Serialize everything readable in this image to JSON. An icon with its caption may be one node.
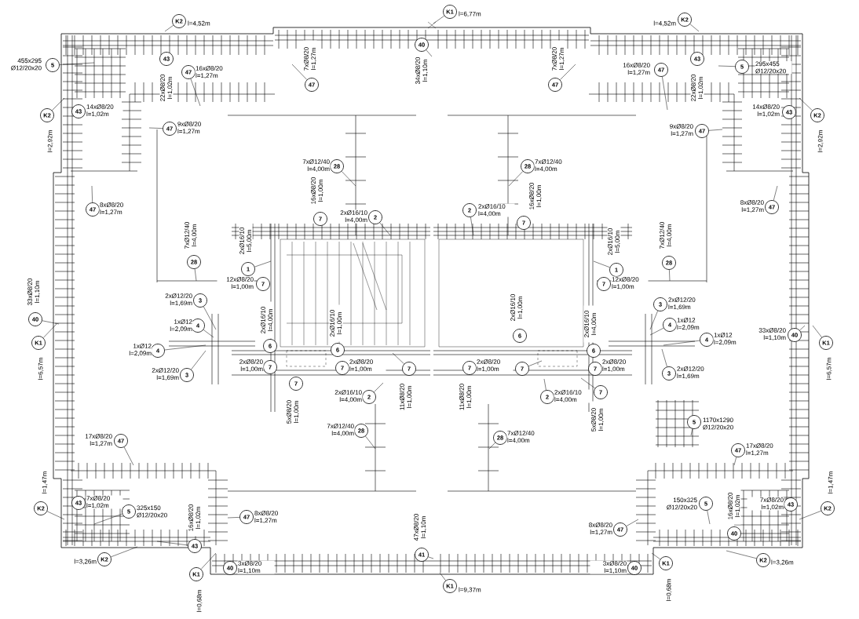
{
  "diagram": {
    "nodes": [
      {
        "text": [
          "K2"
        ],
        "beside": [
          "l=4,52m"
        ]
      },
      {
        "text": [
          "K1"
        ],
        "beside": [
          "l=6,77m"
        ]
      },
      {
        "text": [
          "K2"
        ],
        "beside": [
          "l=4,52m"
        ]
      },
      {
        "text": [
          "5"
        ],
        "beside": [
          "455x295 Ø12/20x20"
        ]
      },
      {
        "text": [
          "43"
        ],
        "beside": [
          "22xØ8/20 l=1,02m"
        ]
      },
      {
        "text": [
          "47"
        ],
        "beside": [
          "16xØ8/20 l=1,27m"
        ]
      },
      {
        "text": [
          "47"
        ],
        "beside": [
          "7xØ8/20 l=1,27m"
        ]
      },
      {
        "text": [
          "40"
        ],
        "beside": [
          "34xØ8/20 l=1,10m"
        ]
      },
      {
        "text": [
          "47"
        ],
        "beside": [
          "7xØ8/20 l=1,27m"
        ]
      },
      {
        "text": [
          "47"
        ],
        "beside": [
          "16xØ8/20 l=1,27m"
        ]
      },
      {
        "text": [
          "43"
        ],
        "beside": [
          "22xØ8/20 l=1,02m"
        ]
      },
      {
        "text": [
          "5"
        ],
        "beside": [
          "295x455 Ø12/20x20"
        ]
      },
      {
        "text": [
          "K2"
        ],
        "beside": [
          "l=2,92m"
        ]
      },
      {
        "text": [
          "43"
        ],
        "beside": [
          "14xØ8/20 l=1,02m"
        ]
      },
      {
        "text": [
          "47"
        ],
        "beside": [
          "9xØ8/20 l=1,27m"
        ]
      },
      {
        "text": [
          "47"
        ],
        "beside": [
          "9xØ8/20 l=1,27m"
        ]
      },
      {
        "text": [
          "43"
        ],
        "beside": [
          "14xØ8/20 l=1,02m"
        ]
      },
      {
        "text": [
          "K2"
        ],
        "beside": [
          "l=2,92m"
        ]
      },
      {
        "text": [
          "28"
        ],
        "beside": [
          "7xØ12/40 l=4,00m"
        ]
      },
      {
        "text": [
          "28"
        ],
        "beside": [
          "7xØ12/40 l=4,00m"
        ]
      },
      {
        "text": [
          "47"
        ],
        "beside": [
          "8xØ8/20 l=1,27m"
        ]
      },
      {
        "text": [
          "47"
        ],
        "beside": [
          "8xØ8/20 l=1,27m"
        ]
      },
      {
        "text": [
          "7"
        ],
        "beside": [
          "16xØ8/20 l=1,00m"
        ]
      },
      {
        "text": [
          "2"
        ],
        "beside": [
          "2xØ16/10 l=4,00m"
        ]
      },
      {
        "text": [
          "2"
        ],
        "beside": [
          "2xØ16/10 l=4,00m"
        ]
      },
      {
        "text": [
          "7"
        ],
        "beside": [
          "16xØ8/20 l=1,00m"
        ]
      },
      {
        "text": [
          "28"
        ],
        "beside": [
          "7xØ12/40 l=4,00m"
        ]
      },
      {
        "text": [
          "28"
        ],
        "beside": [
          "7xØ12/40 l=4,00m"
        ]
      },
      {
        "text": [
          "1"
        ],
        "beside": [
          "2xØ16/10 l=5,00m"
        ]
      },
      {
        "text": [
          "1"
        ],
        "beside": [
          "2xØ16/10 l=5,00m"
        ]
      },
      {
        "text": [
          "7"
        ],
        "beside": [
          "12xØ8/20 l=1,00m"
        ]
      },
      {
        "text": [
          "7"
        ],
        "beside": [
          "12xØ8/20 l=1,00m"
        ]
      },
      {
        "text": [
          "3"
        ],
        "beside": [
          "2xØ12/20 l=1,69m"
        ]
      },
      {
        "text": [
          "3"
        ],
        "beside": [
          "2xØ12/20 l=1,69m"
        ]
      },
      {
        "text": [
          "4"
        ],
        "beside": [
          "1xØ12 l=2,09m"
        ]
      },
      {
        "text": [
          "4"
        ],
        "beside": [
          "1xØ12 l=2,09m"
        ]
      },
      {
        "text": [
          "4"
        ],
        "beside": [
          "1xØ12 l=2,09m"
        ]
      },
      {
        "text": [
          "4"
        ],
        "beside": [
          "1xØ12 l=2,09m"
        ]
      },
      {
        "text": [
          "40"
        ],
        "beside": [
          "33xØ8/20 l=1,10m"
        ]
      },
      {
        "text": [
          "K1"
        ],
        "beside": [
          "l=6,57m"
        ]
      },
      {
        "text": [
          "40"
        ],
        "beside": [
          "33xØ8/20 l=1,10m"
        ]
      },
      {
        "text": [
          "K1"
        ],
        "beside": [
          "l=6,57m"
        ]
      },
      {
        "text": [
          "6"
        ],
        "beside": [
          "2xØ16/10 l=4,00m"
        ]
      },
      {
        "text": [
          "6"
        ],
        "beside": [
          "2xØ16/10 l=1,00m"
        ]
      },
      {
        "text": [
          "6"
        ],
        "beside": [
          "2xØ16/10 l=1,00m"
        ]
      },
      {
        "text": [
          "6"
        ],
        "beside": [
          "2xØ16/10 l=4,00m"
        ]
      },
      {
        "text": [
          "3"
        ],
        "beside": [
          "2xØ12/20 l=1,69m"
        ]
      },
      {
        "text": [
          "3"
        ],
        "beside": [
          "2xØ12/20 l=1,69m"
        ]
      },
      {
        "text": [
          "7"
        ],
        "beside": [
          "2xØ8/20 l=1,00m"
        ]
      },
      {
        "text": [
          "7"
        ],
        "beside": [
          "2xØ8/20 l=1,00m"
        ]
      },
      {
        "text": [
          "7"
        ]
      },
      {
        "text": [
          "7"
        ],
        "beside": [
          "5xØ8/20 l=1,00m"
        ]
      },
      {
        "text": [
          "7"
        ],
        "beside": [
          "2xØ8/20 l=1,00m"
        ]
      },
      {
        "text": [
          "7"
        ]
      },
      {
        "text": [
          "7"
        ],
        "beside": [
          "2xØ8/20 l=1,00m"
        ]
      },
      {
        "text": [
          "7"
        ],
        "beside": [
          "5xØ8/20 l=1,00m"
        ]
      },
      {
        "text": [
          "2"
        ],
        "beside": [
          "2xØ16/10 l=4,00m"
        ]
      },
      {
        "text": [
          "2"
        ],
        "beside": [
          "2xØ16/10 l=4,00m"
        ]
      },
      {
        "text": [
          "28"
        ],
        "beside": [
          "7xØ12/40 l=4,00m"
        ]
      },
      {
        "text": [
          "28"
        ],
        "beside": [
          "7xØ12/40 l=4,00m"
        ]
      },
      {
        "text": [
          "5"
        ],
        "beside": [
          "1170x1290 Ø12/20x20"
        ]
      },
      {
        "text": [
          "47"
        ],
        "beside": [
          "17xØ8/20 l=1,27m"
        ]
      },
      {
        "text": [
          "47"
        ],
        "beside": [
          "17xØ8/20 l=1,27m"
        ]
      },
      {
        "text": [
          "K2"
        ],
        "beside": [
          "l=1,47m"
        ]
      },
      {
        "text": [
          "43"
        ],
        "beside": [
          "7xØ8/20 l=1,02m"
        ]
      },
      {
        "text": [
          "5"
        ],
        "beside": [
          "325x150 Ø12/20x20"
        ]
      },
      {
        "text": [
          "43"
        ],
        "beside": [
          "16xØ8/20 l=1,02m"
        ]
      },
      {
        "text": [
          "47"
        ],
        "beside": [
          "8xØ8/20 l=1,27m"
        ]
      },
      {
        "text": [
          "41"
        ],
        "beside": [
          "47xØ8/20 l=1,10m"
        ]
      },
      {
        "text": [
          "K2"
        ],
        "beside": [
          "l=3,26m"
        ]
      },
      {
        "text": [
          "K1"
        ],
        "beside": [
          "l=0,68m"
        ]
      },
      {
        "text": [
          "40"
        ],
        "beside": [
          "3xØ8/20 l=1,10m"
        ]
      },
      {
        "text": [
          "K1"
        ],
        "beside": [
          "l=9,37m"
        ]
      },
      {
        "text": [
          "47"
        ],
        "beside": [
          "8xØ8/20 l=1,27m"
        ]
      },
      {
        "text": [
          "5"
        ],
        "beside": [
          "150x325 Ø12/20x20"
        ]
      },
      {
        "text": [
          "43"
        ],
        "beside": [
          "7xØ8/20 l=1,02m"
        ]
      },
      {
        "text": [
          "K2"
        ],
        "beside": [
          "l=1,47m"
        ]
      },
      {
        "text": [
          "40"
        ],
        "beside": [
          "16xØ8/20 l=1,02m"
        ]
      },
      {
        "text": [
          "K2"
        ],
        "beside": [
          "l=3,26m"
        ]
      },
      {
        "text": [
          "40"
        ],
        "beside": [
          "3xØ8/20 l=1,10m"
        ]
      },
      {
        "text": [
          "K1"
        ],
        "beside": [
          "l=0,68m"
        ]
      }
    ],
    "edges": [
      {
        "from": 0,
        "to": null,
        "arrow": "none"
      },
      {
        "from": 1,
        "to": null,
        "arrow": "none"
      },
      {
        "from": 2,
        "to": null,
        "arrow": "none"
      },
      {
        "from": 3,
        "to": null,
        "arrow": "none"
      },
      {
        "from": 5,
        "to": null,
        "arrow": "none"
      },
      {
        "from": 6,
        "to": null,
        "arrow": "none"
      },
      {
        "from": 7,
        "to": null,
        "arrow": "none"
      },
      {
        "from": 8,
        "to": null,
        "arrow": "none"
      },
      {
        "from": 9,
        "to": null,
        "arrow": "none"
      },
      {
        "from": 11,
        "to": null,
        "arrow": "none"
      },
      {
        "from": 12,
        "to": null,
        "arrow": "none"
      },
      {
        "from": 14,
        "to": null,
        "arrow": "none"
      },
      {
        "from": 15,
        "to": null,
        "arrow": "none"
      },
      {
        "from": 17,
        "to": null,
        "arrow": "none"
      },
      {
        "from": 18,
        "to": null,
        "arrow": "none"
      },
      {
        "from": 19,
        "to": null,
        "arrow": "none"
      },
      {
        "from": 20,
        "to": null,
        "arrow": "none"
      },
      {
        "from": 21,
        "to": null,
        "arrow": "none"
      },
      {
        "from": 23,
        "to": null,
        "arrow": "none"
      },
      {
        "from": 24,
        "to": null,
        "arrow": "none"
      },
      {
        "from": 26,
        "to": null,
        "arrow": "none"
      },
      {
        "from": 27,
        "to": null,
        "arrow": "none"
      },
      {
        "from": 28,
        "to": null,
        "arrow": "none"
      },
      {
        "from": 29,
        "to": null,
        "arrow": "none"
      },
      {
        "from": 32,
        "to": null,
        "arrow": "none"
      },
      {
        "from": 33,
        "to": null,
        "arrow": "none"
      },
      {
        "from": 34,
        "to": null,
        "arrow": "none"
      },
      {
        "from": 35,
        "to": null,
        "arrow": "none"
      },
      {
        "from": 36,
        "to": null,
        "arrow": "none"
      },
      {
        "from": 37,
        "to": null,
        "arrow": "none"
      },
      {
        "from": 38,
        "to": null,
        "arrow": "none"
      },
      {
        "from": 39,
        "to": null,
        "arrow": "none"
      },
      {
        "from": 40,
        "to": null,
        "arrow": "none"
      },
      {
        "from": 41,
        "to": null,
        "arrow": "none"
      },
      {
        "from": 46,
        "to": null,
        "arrow": "none"
      },
      {
        "from": 47,
        "to": null,
        "arrow": "none"
      },
      {
        "from": 50,
        "to": null,
        "arrow": "none"
      },
      {
        "from": 53,
        "to": null,
        "arrow": "none"
      },
      {
        "from": 55,
        "to": null,
        "arrow": "none"
      },
      {
        "from": 56,
        "to": null,
        "arrow": "none"
      },
      {
        "from": 57,
        "to": null,
        "arrow": "none"
      },
      {
        "from": 58,
        "to": null,
        "arrow": "none"
      },
      {
        "from": 59,
        "to": null,
        "arrow": "none"
      },
      {
        "from": 60,
        "to": null,
        "arrow": "none"
      },
      {
        "from": 61,
        "to": null,
        "arrow": "none"
      },
      {
        "from": 62,
        "to": null,
        "arrow": "none"
      },
      {
        "from": 63,
        "to": null,
        "arrow": "none"
      },
      {
        "from": 65,
        "to": null,
        "arrow": "none"
      },
      {
        "from": 66,
        "to": null,
        "arrow": "none"
      },
      {
        "from": 67,
        "to": null,
        "arrow": "none"
      },
      {
        "from": 68,
        "to": null,
        "arrow": "none"
      },
      {
        "from": 69,
        "to": null,
        "arrow": "none"
      },
      {
        "from": 70,
        "to": null,
        "arrow": "none"
      },
      {
        "from": 72,
        "to": null,
        "arrow": "none"
      },
      {
        "from": 73,
        "to": null,
        "arrow": "none"
      },
      {
        "from": 74,
        "to": null,
        "arrow": "none"
      },
      {
        "from": 76,
        "to": null,
        "arrow": "none"
      },
      {
        "from": 78,
        "to": null,
        "arrow": "none"
      },
      {
        "from": 80,
        "to": null,
        "arrow": "none"
      }
    ],
    "labels": [
      "11xØ8/20 l=1,00m",
      "11xØ8/20 l=1,00m"
    ]
  }
}
